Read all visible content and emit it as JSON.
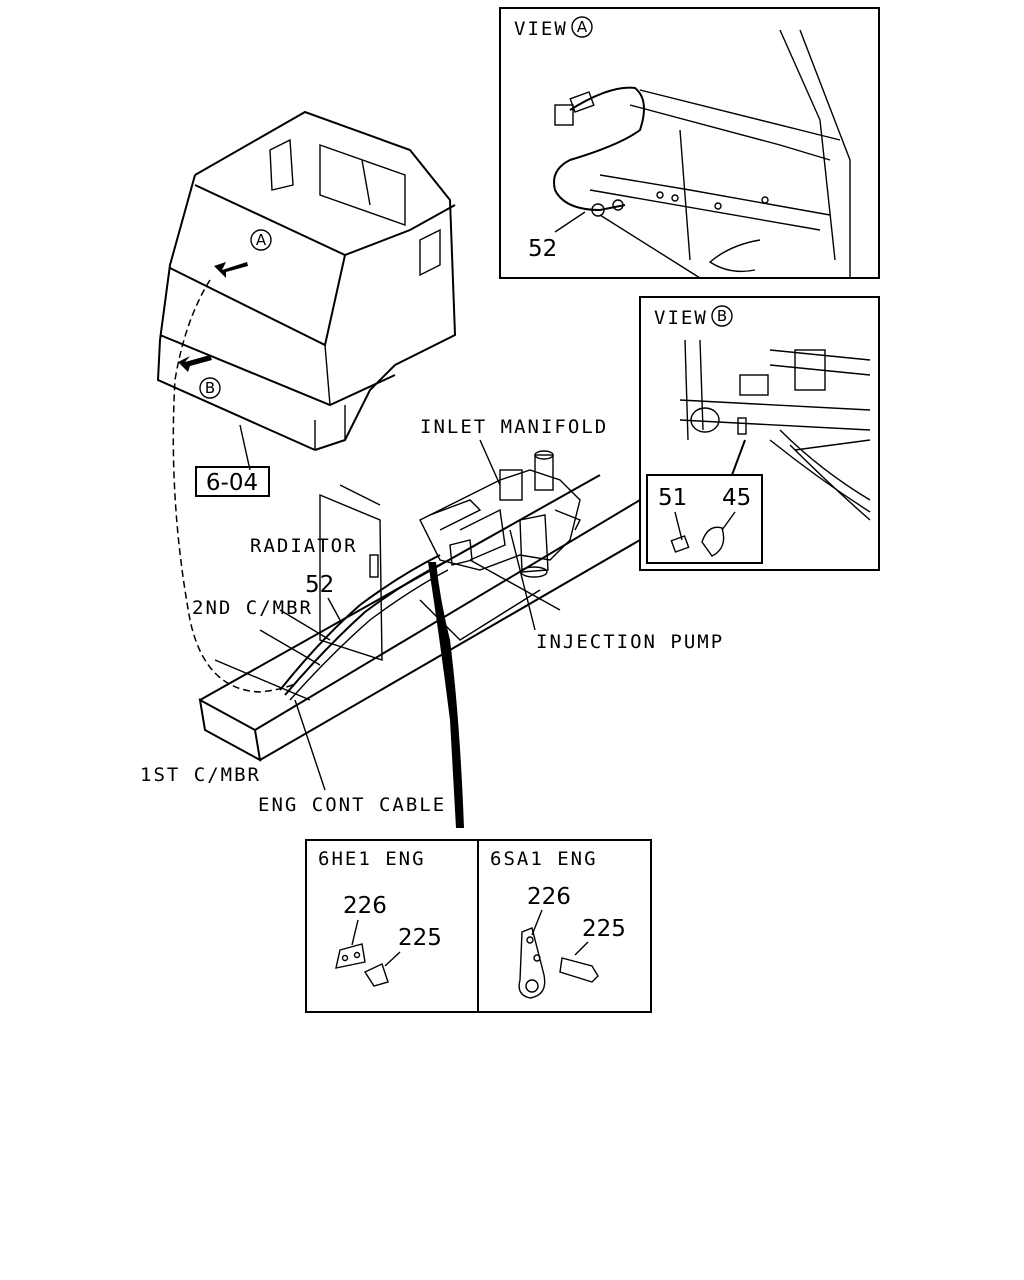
{
  "view_a": {
    "title": "VIEW",
    "circle": "A",
    "part": "52"
  },
  "view_b": {
    "title": "VIEW",
    "circle": "B",
    "parts": [
      "51",
      "45"
    ]
  },
  "cab": {
    "marker_a": "A",
    "marker_b": "B",
    "ref": "6-04"
  },
  "labels": {
    "inlet_manifold": "INLET MANIFOLD",
    "radiator": "RADIATOR",
    "second_cmbr": "2ND C/MBR",
    "first_cmbr": "1ST C/MBR",
    "eng_cont_cable": "ENG CONT CABLE",
    "injection_pump": "INJECTION PUMP",
    "cable_part": "52"
  },
  "engines": [
    {
      "title": "6HE1 ENG",
      "bracket": "226",
      "bolt": "225"
    },
    {
      "title": "6SA1 ENG",
      "bracket": "226",
      "bolt": "225"
    }
  ]
}
